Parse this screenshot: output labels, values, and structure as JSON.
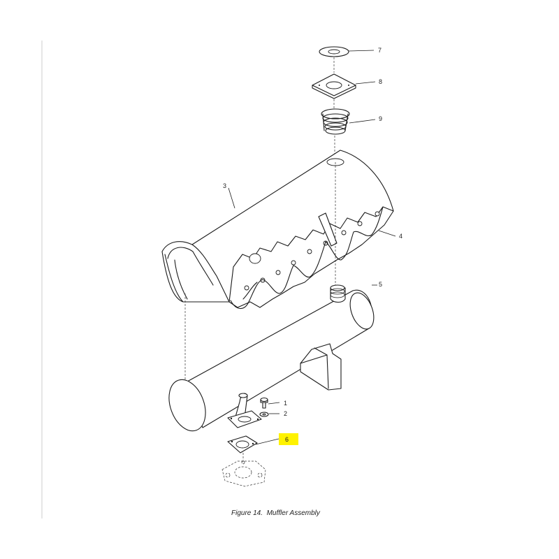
{
  "figure": {
    "caption": "Figure 14.  Muffler Assembly"
  },
  "callouts": [
    {
      "id": "1",
      "label": "1"
    },
    {
      "id": "2",
      "label": "2"
    },
    {
      "id": "3",
      "label": "3"
    },
    {
      "id": "4",
      "label": "4"
    },
    {
      "id": "5",
      "label": "5"
    },
    {
      "id": "6",
      "label": "6",
      "highlighted": true
    },
    {
      "id": "7",
      "label": "7"
    },
    {
      "id": "8",
      "label": "8"
    },
    {
      "id": "9",
      "label": "9"
    }
  ],
  "colors": {
    "highlight": "#fff200",
    "line": "#1a1a1a",
    "margin_rule": "#cccccc"
  }
}
